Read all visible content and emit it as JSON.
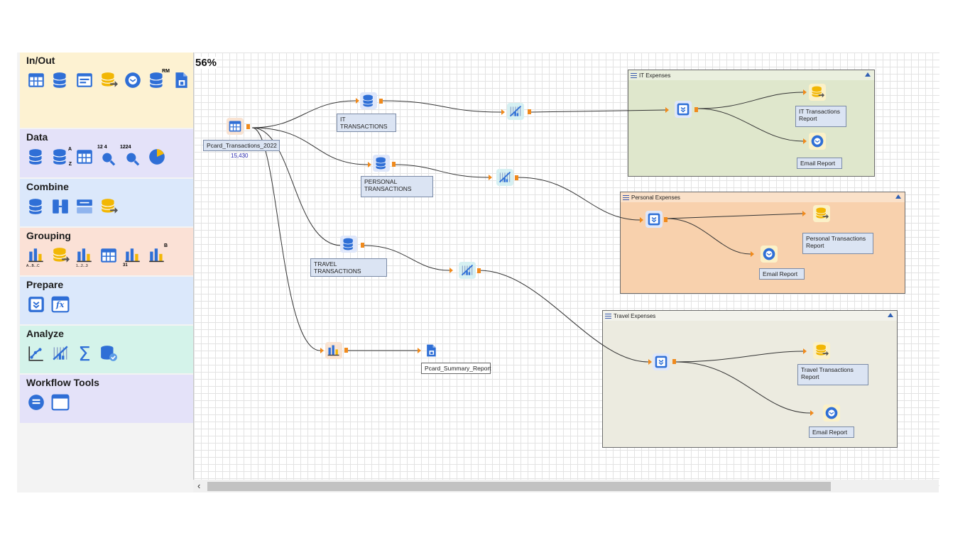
{
  "palette": {
    "sections": [
      {
        "title": "In/Out",
        "color": "#fdf2d2"
      },
      {
        "title": "Data",
        "color": "#e4e2f9"
      },
      {
        "title": "Combine",
        "color": "#dbe8fb"
      },
      {
        "title": "Grouping",
        "color": "#fbe1d6"
      },
      {
        "title": "Prepare",
        "color": "#dbe8fb"
      },
      {
        "title": "Analyze",
        "color": "#d4f3ea"
      },
      {
        "title": "Workflow Tools",
        "color": "#e4e2f9"
      }
    ],
    "icon_labels": {
      "rm": "RM",
      "sort_a": "A",
      "sort_z": "Z",
      "top_n": "12 4",
      "top_n2": "1224",
      "group_abc": "A...B...C",
      "group_123": "1...2...3",
      "group_31": "31",
      "group_b": "B",
      "fx": "fx",
      "sigma": "Σ"
    }
  },
  "canvas": {
    "zoom": "56%",
    "source": {
      "label": "Pcard_Transactions_2022",
      "count": "15,430"
    },
    "filters": {
      "it": "IT TRANSACTIONS",
      "personal": "PERSONAL TRANSACTIONS",
      "travel": "TRAVEL TRANSACTIONS"
    },
    "summary_report": "Pcard_Summary_Report",
    "containers": [
      {
        "title": "IT Expenses",
        "color": "#dfe7cc",
        "report": "IT Transactions Report",
        "email": "Email Report"
      },
      {
        "title": "Personal Expenses",
        "color": "#f8d1ad",
        "report": "Personal Transactions Report",
        "email": "Email Report"
      },
      {
        "title": "Travel Expenses",
        "color": "#ecebe0",
        "report": "Travel Transactions Report",
        "email": "Email Report"
      }
    ]
  },
  "colors": {
    "port": "#f08a1c",
    "icon_blue": "#2f6fd6",
    "icon_yellow": "#f2b705",
    "collapse": "#2f5fb3"
  }
}
